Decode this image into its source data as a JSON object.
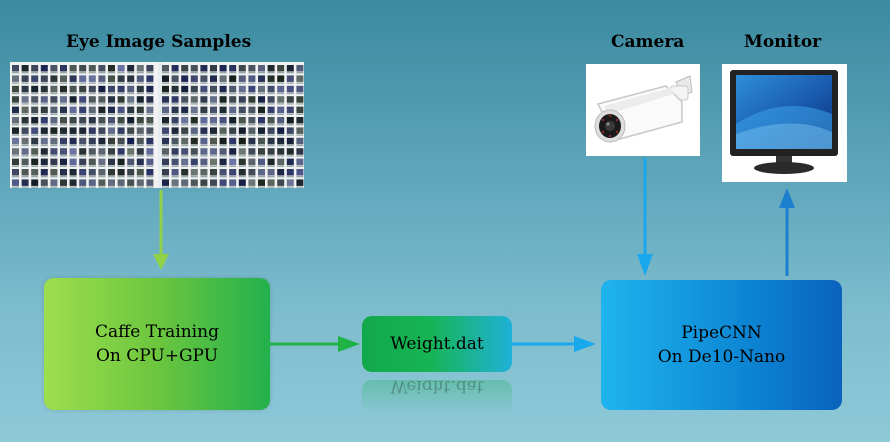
{
  "labels": {
    "samples": "Eye Image Samples",
    "camera": "Camera",
    "monitor": "Monitor"
  },
  "boxes": {
    "caffe": [
      "Caffe Training",
      "On CPU+GPU"
    ],
    "weight": "Weight.dat",
    "pipe": [
      "PipeCNN",
      "On De10-Nano"
    ]
  },
  "colors": {
    "green_arrow": "#1fb346",
    "light_green_arrow": "#8fd24a",
    "blue_arrow": "#19a8ec",
    "dark_blue_arrow": "#1c7fd0"
  },
  "icons": {
    "camera": "security-camera-icon",
    "monitor": "monitor-icon"
  }
}
